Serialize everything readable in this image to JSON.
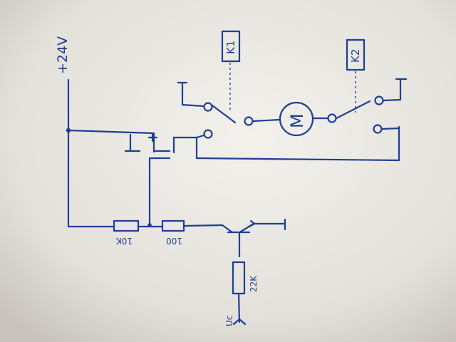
{
  "supply_label": "+24V",
  "relay_labels": [
    "K1",
    "K2"
  ],
  "motor_label": "M",
  "resistors": {
    "r_10k": "10K",
    "r_100": "100",
    "r_22k": "22K"
  },
  "input_label": "Uc",
  "colors": {
    "ink": "#1d3f96",
    "paper_light": "#f1efea",
    "paper_dark": "#c9c5be"
  }
}
